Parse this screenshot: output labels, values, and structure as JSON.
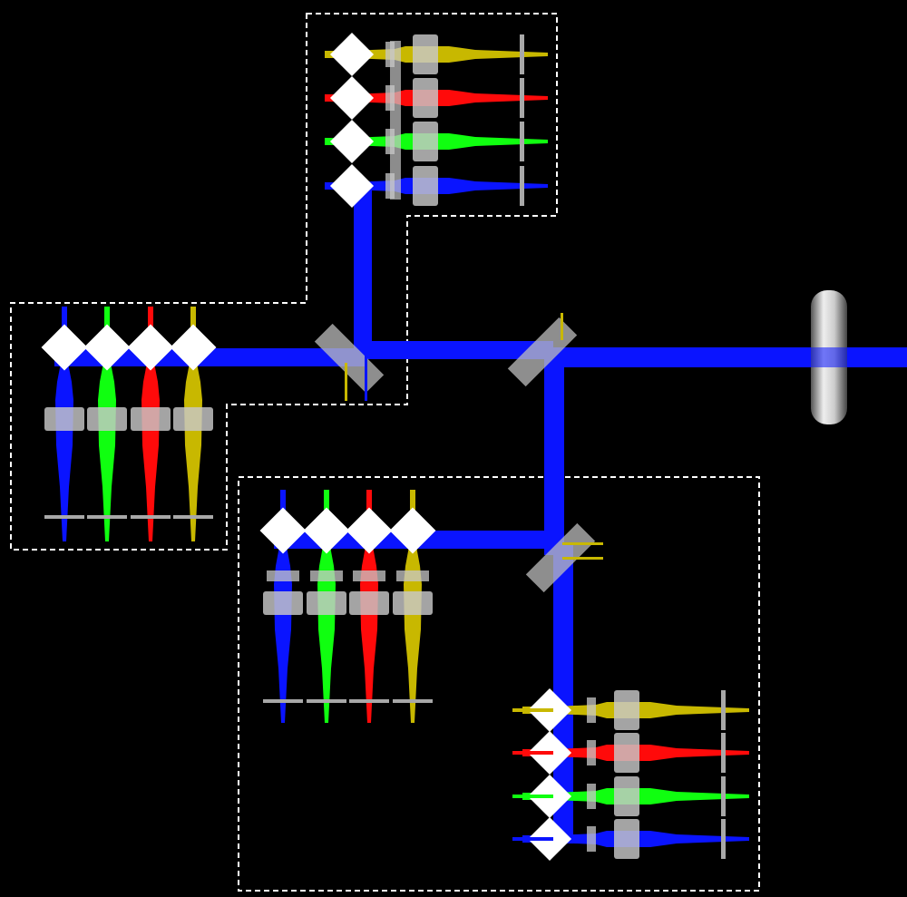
{
  "diagram": {
    "background": "#000000",
    "colors": {
      "blue": "#0a14ff",
      "green": "#10ff10",
      "red": "#ff0a0a",
      "yellow": "#c8b800",
      "mirror": "#ffffff",
      "lens": "#c8c8c8",
      "plate": "#a8a8a8",
      "boundary": "#ffffff"
    },
    "groups": [
      {
        "id": "top-module",
        "channels": [
          "yellow",
          "red",
          "green",
          "blue"
        ],
        "orientation": "horizontal"
      },
      {
        "id": "left-module",
        "channels": [
          "blue",
          "green",
          "red",
          "yellow"
        ],
        "orientation": "vertical"
      },
      {
        "id": "middle-module",
        "channels": [
          "blue",
          "green",
          "red",
          "yellow"
        ],
        "orientation": "vertical"
      },
      {
        "id": "bottom-right-module",
        "channels": [
          "yellow",
          "red",
          "green",
          "blue"
        ],
        "orientation": "horizontal"
      }
    ],
    "components": [
      "dichroic-mirror",
      "dichroic-mirror",
      "dichroic-mirror",
      "objective-lens"
    ]
  }
}
